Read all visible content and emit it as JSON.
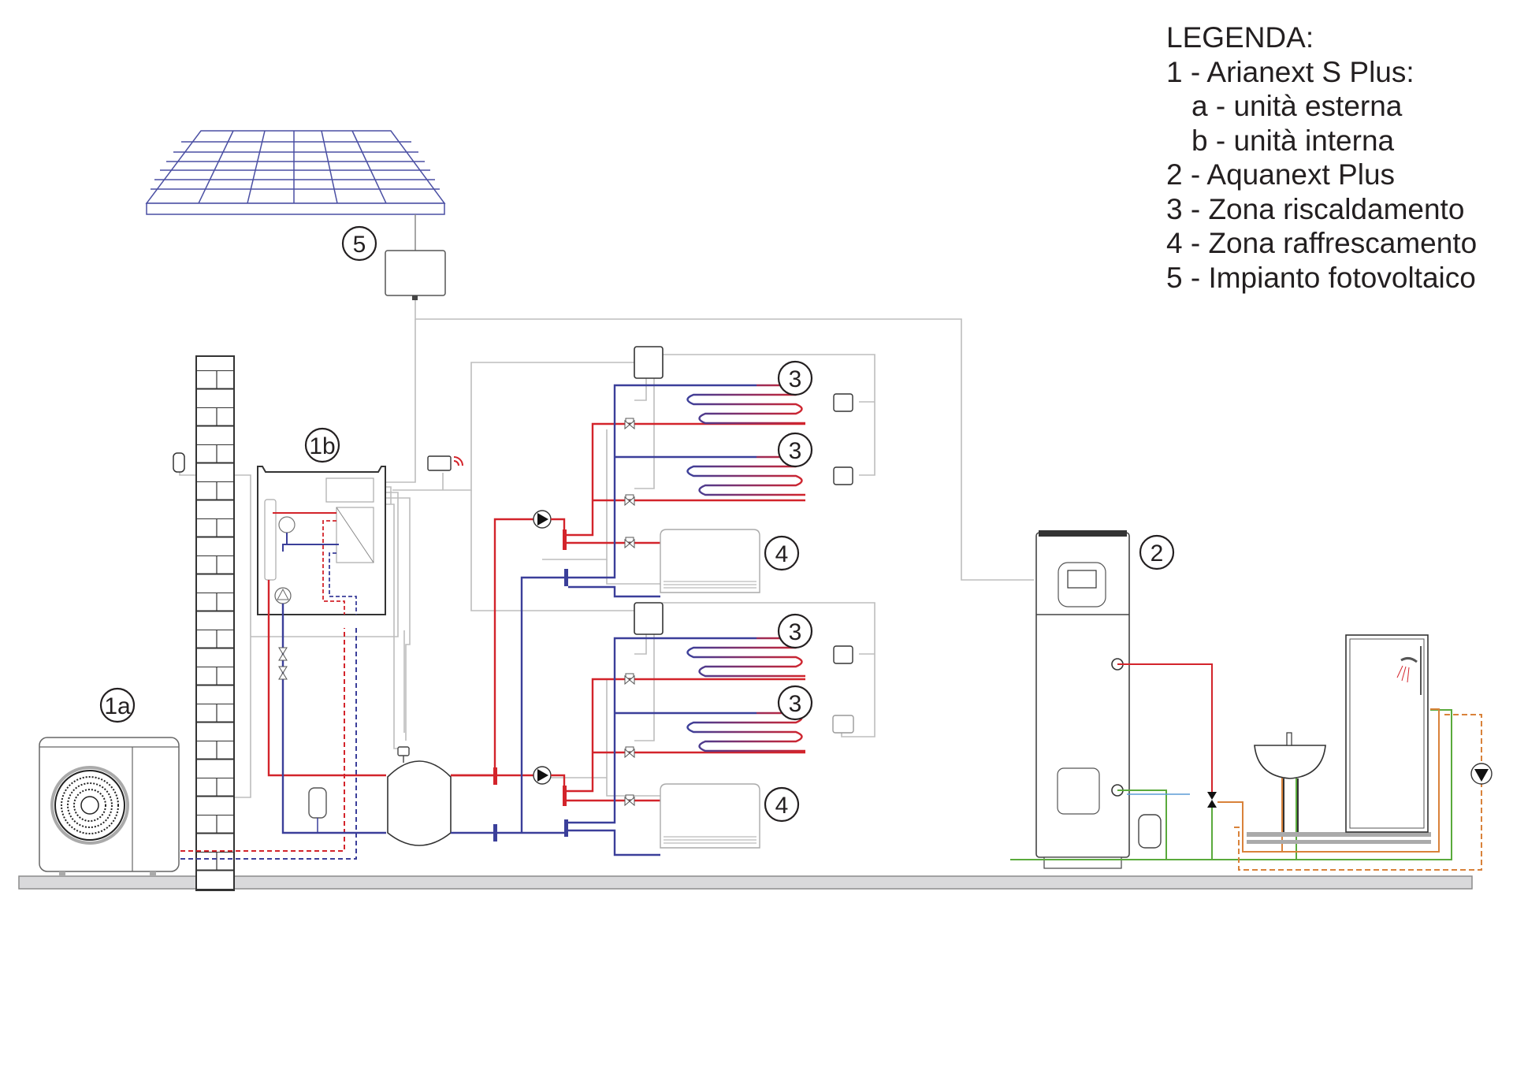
{
  "legend": {
    "title": "LEGENDA:",
    "items": [
      {
        "text": "1 - Arianext S Plus:"
      },
      {
        "text": "a - unità esterna",
        "sub": true
      },
      {
        "text": "b - unità interna",
        "sub": true
      },
      {
        "text": "2 - Aquanext Plus"
      },
      {
        "text": "3 - Zona riscaldamento"
      },
      {
        "text": "4 - Zona raffrescamento"
      },
      {
        "text": "5 - Impianto fotovoltaico"
      }
    ]
  },
  "callouts": {
    "pv": "5",
    "outdoor_unit": "1a",
    "indoor_unit": "1b",
    "water_heater": "2",
    "heating_zone_1": "3",
    "heating_zone_2": "3",
    "cooling_zone_1": "4",
    "heating_zone_3": "3",
    "heating_zone_4": "3",
    "cooling_zone_2": "4"
  },
  "colors": {
    "flow_hot": "#d3242b",
    "flow_return": "#3b3f9a",
    "cold_water": "#5aaa3c",
    "dhw": "#d9823a",
    "wiring": "#bdbdbd",
    "outline": "#3a3a3a",
    "ground": "#d9d9db",
    "drain": "#5b9bd5"
  }
}
